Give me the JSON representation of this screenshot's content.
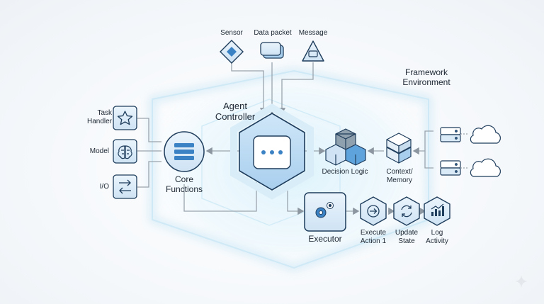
{
  "framework": {
    "title": "Framework Environment"
  },
  "inputs": {
    "sensor": "Sensor",
    "data_packet": "Data packet",
    "message": "Message"
  },
  "left_modules": {
    "task_handler": "Task Handler",
    "model": "Model",
    "io": "I/O"
  },
  "core_functions": "Core Functions",
  "agent_controller": "Agent Controller",
  "decision_logic": "Decision Logic",
  "context_memory": "Context/ Memory",
  "executor": "Executor",
  "actions": {
    "execute": "Execute Action 1",
    "update": "Update State",
    "log": "Log Activity"
  },
  "colors": {
    "accent": "#3b82c4",
    "accent_dark": "#1f3d5c",
    "node_fill": "#dbeaf7",
    "line": "#9aa4ad",
    "glow": "#bfe3f5"
  },
  "icons": {
    "sensor": "diamond-sensor-icon",
    "data_packet": "stacked-packets-icon",
    "message": "triangle-message-icon",
    "task_handler": "star-icon",
    "model": "brain-icon",
    "io": "swap-arrows-icon",
    "core": "server-stack-icon",
    "controller": "ellipsis-icon",
    "decision": "cubes-icon",
    "context": "cube-stack-icon",
    "executor": "gears-icon",
    "execute": "arrow-right-circle-icon",
    "update": "refresh-icon",
    "log": "bar-chart-icon",
    "server": "server-icon",
    "cloud": "cloud-icon",
    "sparkle": "sparkle-icon"
  }
}
